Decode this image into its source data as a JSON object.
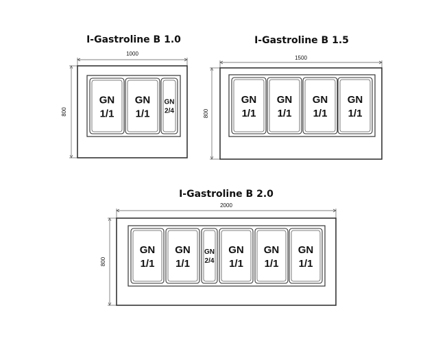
{
  "units": [
    {
      "title": "I-Gastroline B 1.0",
      "width_label": "1000",
      "height_label": "800",
      "containers": [
        {
          "line1": "GN",
          "line2": "1/1",
          "size": "full"
        },
        {
          "line1": "GN",
          "line2": "1/1",
          "size": "full"
        },
        {
          "line1": "GN",
          "line2": "2/4",
          "size": "narrow"
        }
      ]
    },
    {
      "title": "I-Gastroline B 1.5",
      "width_label": "1500",
      "height_label": "800",
      "containers": [
        {
          "line1": "GN",
          "line2": "1/1",
          "size": "full"
        },
        {
          "line1": "GN",
          "line2": "1/1",
          "size": "full"
        },
        {
          "line1": "GN",
          "line2": "1/1",
          "size": "full"
        },
        {
          "line1": "GN",
          "line2": "1/1",
          "size": "full"
        }
      ]
    },
    {
      "title": "I-Gastroline B 2.0",
      "width_label": "2000",
      "height_label": "800",
      "containers": [
        {
          "line1": "GN",
          "line2": "1/1",
          "size": "full"
        },
        {
          "line1": "GN",
          "line2": "1/1",
          "size": "full"
        },
        {
          "line1": "GN",
          "line2": "2/4",
          "size": "narrow"
        },
        {
          "line1": "GN",
          "line2": "1/1",
          "size": "full"
        },
        {
          "line1": "GN",
          "line2": "1/1",
          "size": "full"
        },
        {
          "line1": "GN",
          "line2": "1/1",
          "size": "full"
        }
      ]
    }
  ]
}
